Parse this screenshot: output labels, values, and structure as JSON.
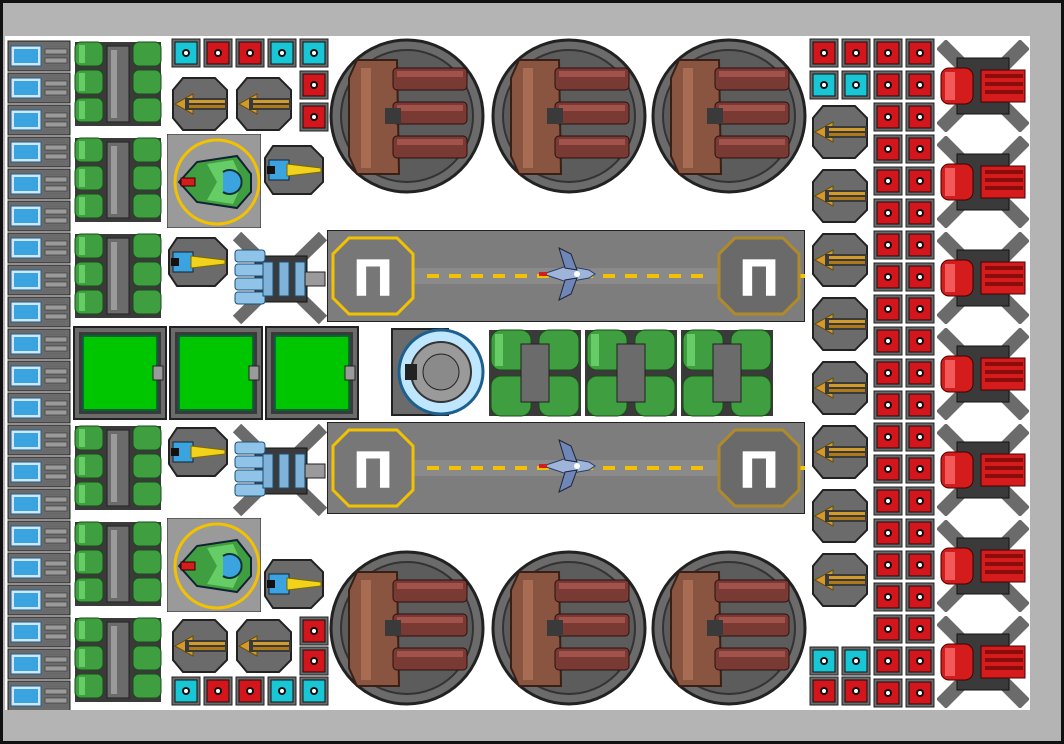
{
  "title": "",
  "palette": {
    "frame": "#b4b4b4",
    "board": "#ffffff",
    "hull_green": "#3f9e3f",
    "hull_green_light": "#66cc66",
    "storage_green": "#00c600",
    "metal_dark": "#3a3a3a",
    "metal_mid": "#6b6b6b",
    "metal_light": "#9a9a9a",
    "deck_gray": "#7d7d7d",
    "runway_line": "#f2c200",
    "brown_reactor": "#8a5540",
    "tube_maroon": "#7a3a34",
    "cyan_block": "#19c6d6",
    "red_block": "#d4161c",
    "red_turret": "#d41c1c",
    "gold_cannon": "#d19a2c",
    "blue_panel": "#3aa3e0"
  },
  "modules": {
    "left_power_cells": {
      "icon": "blue-cell-icon",
      "count": 21
    },
    "green_pipe_generators": {
      "icon": "green-pipe-icon",
      "count": 6
    },
    "storage_bays": {
      "icon": "green-cargo-icon",
      "count": 3
    },
    "reactor_cores": {
      "icon": "reactor-icon",
      "count": 6
    },
    "runways": {
      "icon": "runway-icon",
      "count": 2,
      "pad_glyph": "Π"
    },
    "fighters": {
      "icon": "fighter-icon",
      "count": 2
    },
    "hangar_ships": {
      "icon": "green-ship-icon",
      "count": 2
    },
    "laser_turrets": {
      "icon": "yellow-laser-icon",
      "count": 4
    },
    "gatling_guns": {
      "icon": "blue-gatling-icon",
      "count": 2
    },
    "gold_cannons": {
      "icon": "gold-cannon-icon",
      "count": 12
    },
    "shield_blocks": {
      "icon": "shield-block-icon",
      "count": 96
    },
    "heavy_red_turrets": {
      "icon": "red-turret-icon",
      "count": 7
    },
    "command_core": {
      "icon": "command-core-icon",
      "count": 1
    },
    "green_tank_row": {
      "icon": "green-tank-icon",
      "count": 3
    }
  }
}
